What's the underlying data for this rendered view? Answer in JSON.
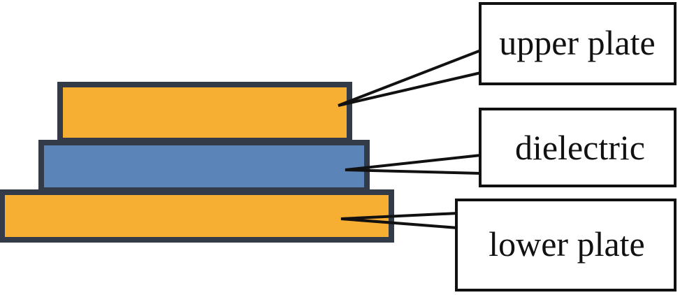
{
  "colors": {
    "plate_fill": "#F6AE33",
    "dielectric_fill": "#5B84B9",
    "layer_outline": "#333B48"
  },
  "labels": {
    "upper_plate": "upper plate",
    "dielectric": "dielectric",
    "lower_plate": "lower plate"
  }
}
